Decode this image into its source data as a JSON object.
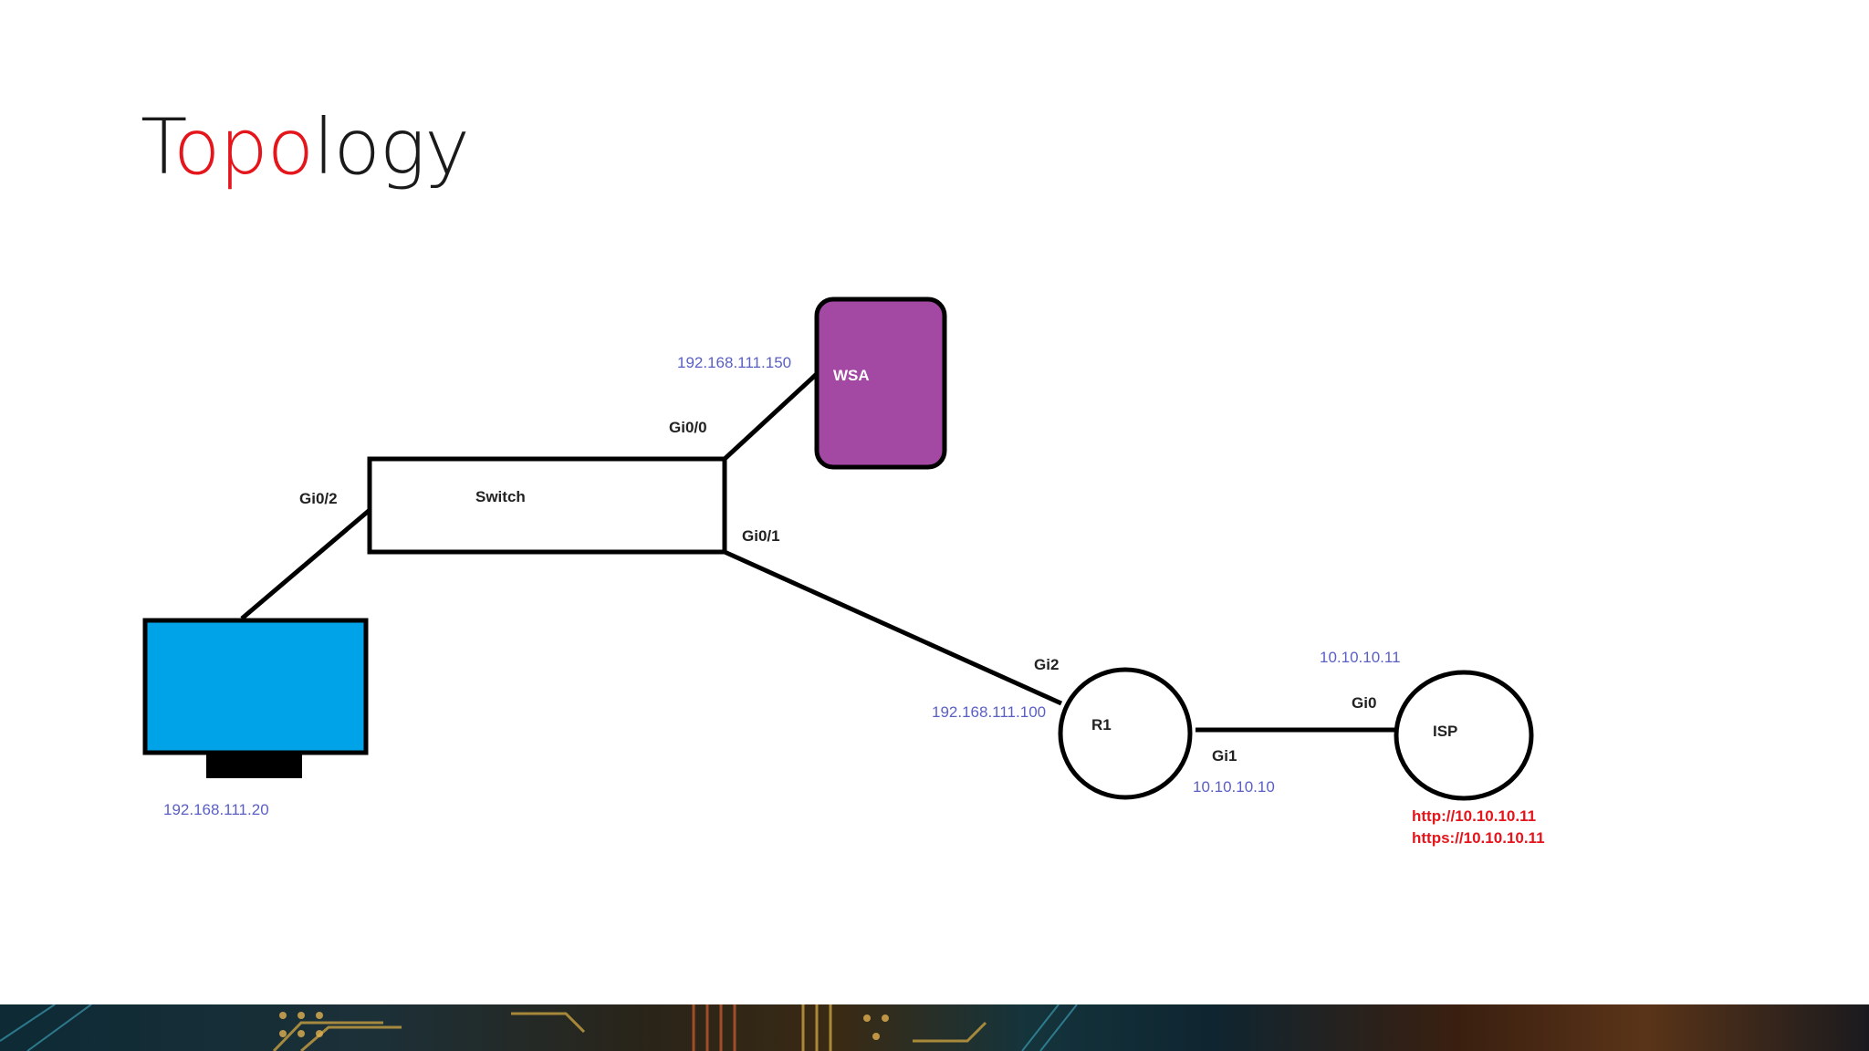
{
  "slide": {
    "title_parts": [
      {
        "text": "T",
        "accent": false
      },
      {
        "text": "opo",
        "accent": true
      },
      {
        "text": "logy",
        "accent": false
      }
    ]
  },
  "colors": {
    "accent_red": "#e4151b",
    "ip_blue": "#5a5fc4",
    "wsa_purple": "#a349a4",
    "pc_blue": "#00a2e8"
  },
  "devices": {
    "switch": "Switch",
    "wsa": "WSA",
    "r1": "R1",
    "isp": "ISP"
  },
  "ports": {
    "switch_gi0_0": "Gi0/0",
    "switch_gi0_1": "Gi0/1",
    "switch_gi0_2": "Gi0/2",
    "r1_gi2": "Gi2",
    "r1_gi1": "Gi1",
    "isp_gi0": "Gi0"
  },
  "ips": {
    "wsa": "192.168.111.150",
    "pc": "192.168.111.20",
    "r1_gi2": "192.168.111.100",
    "r1_gi1": "10.10.10.10",
    "isp_gi0": "10.10.10.11"
  },
  "urls": {
    "http": "http://10.10.10.11",
    "https": "https://10.10.10.11"
  }
}
